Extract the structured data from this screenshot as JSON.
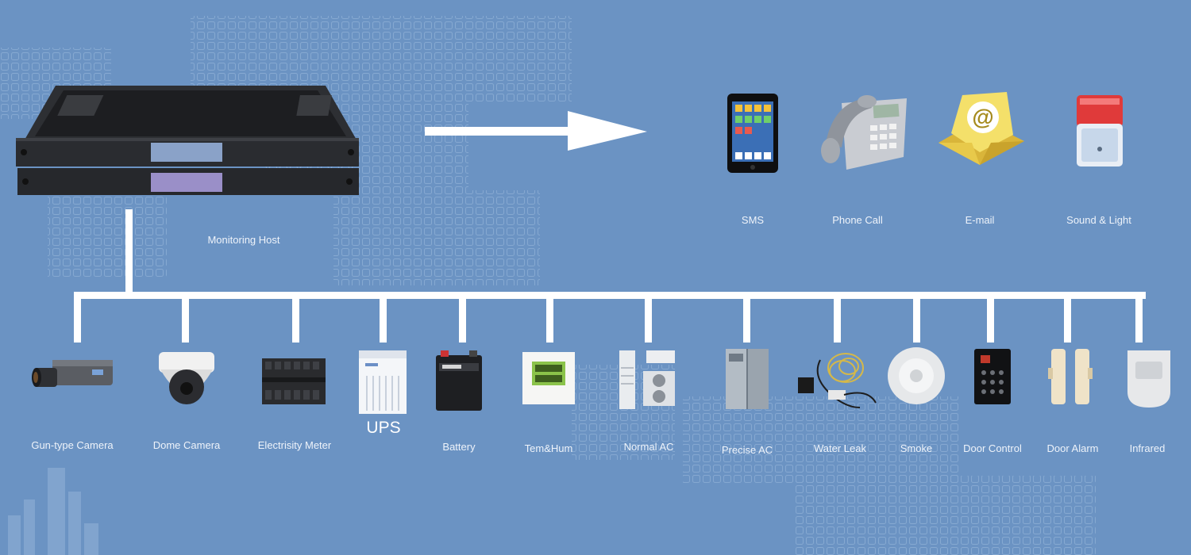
{
  "host": {
    "label": "Monitoring Host"
  },
  "alerts": [
    {
      "icon": "smartphone-icon",
      "label": "SMS"
    },
    {
      "icon": "desk-phone-icon",
      "label": "Phone Call"
    },
    {
      "icon": "email-envelope-icon",
      "label": "E-mail"
    },
    {
      "icon": "siren-strobe-icon",
      "label": "Sound & Light"
    }
  ],
  "devices": [
    {
      "icon": "gun-camera-icon",
      "label": "Gun-type Camera"
    },
    {
      "icon": "dome-camera-icon",
      "label": "Dome Camera"
    },
    {
      "icon": "electricity-meter-icon",
      "label": "Electrisity Meter"
    },
    {
      "icon": "ups-icon",
      "label": "UPS"
    },
    {
      "icon": "battery-icon",
      "label": "Battery"
    },
    {
      "icon": "temperature-humidity-sensor-icon",
      "label": "Tem&Hum"
    },
    {
      "icon": "air-conditioner-icon",
      "label": "Normal AC"
    },
    {
      "icon": "precision-ac-icon",
      "label": "Precise AC"
    },
    {
      "icon": "water-leak-sensor-icon",
      "label": "Water Leak"
    },
    {
      "icon": "smoke-detector-icon",
      "label": "Smoke"
    },
    {
      "icon": "door-control-keypad-icon",
      "label": "Door Control"
    },
    {
      "icon": "door-alarm-sensor-icon",
      "label": "Door Alarm"
    },
    {
      "icon": "infrared-sensor-icon",
      "label": "Infrared"
    }
  ],
  "colors": {
    "background": "#6b93c3",
    "line": "#ffffff",
    "text": "#eef3fa"
  }
}
